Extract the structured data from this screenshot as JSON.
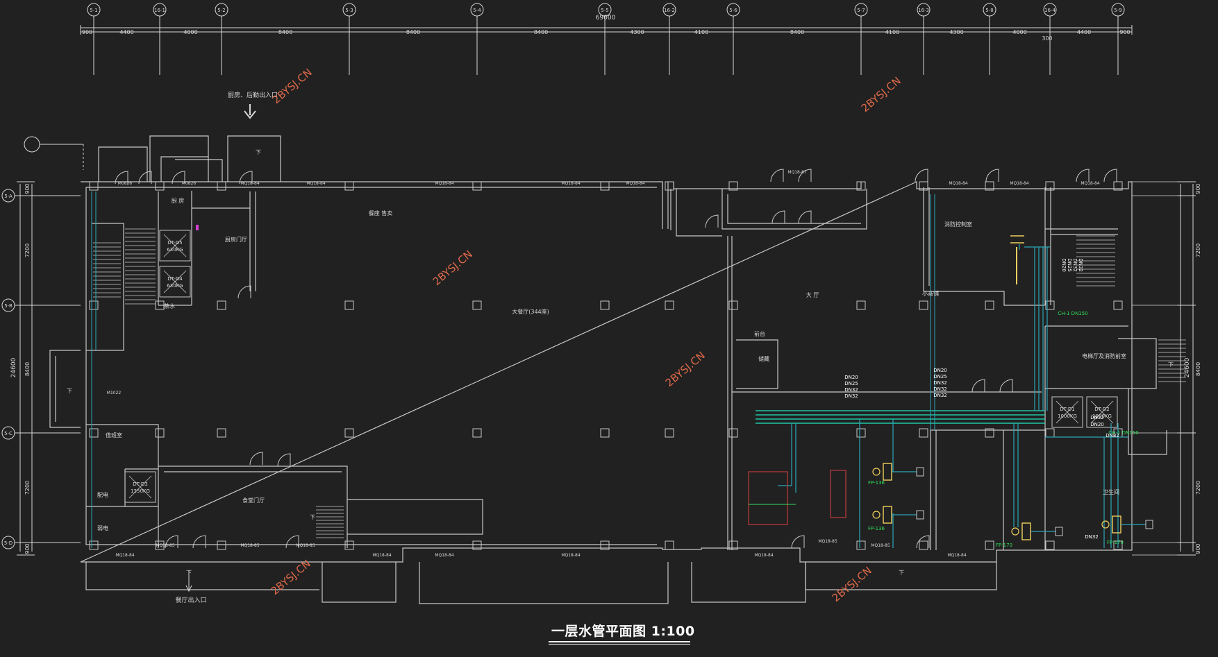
{
  "drawing": {
    "title": "一层水管平面图  1:100",
    "colors": {
      "background": "#212121",
      "wall": "#c8c8c8",
      "pipe": "#2aa7b8",
      "pipe_main": "#1fc7a9",
      "dim": "#d8d8d8",
      "green_label": "#2fe05a",
      "watermark": "#e06a4a",
      "magenta": "#d040d0",
      "red": "#e04040"
    },
    "axis_top": [
      "5-1",
      "16-1",
      "5-2",
      "5-3",
      "5-4",
      "5-5",
      "16-2",
      "5-6",
      "5-7",
      "16-3",
      "5-8",
      "16-4",
      "5-9"
    ],
    "dims_top": [
      "900",
      "4400",
      "4000",
      "8400",
      "8400",
      "8400",
      "4300",
      "4100",
      "8400",
      "4100",
      "4300",
      "4000",
      "4400",
      "900"
    ],
    "total_dim": "69000",
    "extra_dim": "300",
    "axis_left": [
      "5-A",
      "5-B",
      "5-C",
      "5-D"
    ],
    "dims_left": [
      "900",
      "7200",
      "8400",
      "7200",
      "900"
    ],
    "total_left": "24600",
    "dims_right": [
      "900",
      "7200",
      "8400",
      "7200",
      "900"
    ],
    "total_right": "24600",
    "rooms": {
      "dining_hall": "大餐厅(344座)",
      "lobby": "大  厅",
      "kitchen_hall": "厨房门厅",
      "dining_hall_entrance": "食堂门厅",
      "front_desk": "前台",
      "small_shop": "小商铺",
      "fire_control": "消防控制室",
      "electrical": "电梯厅及消防前室",
      "distribution": "配电",
      "weak_power": "弱电",
      "storage": "储藏",
      "toilet": "卫生间",
      "duty": "值班室",
      "kitchen_stove": "厨  房",
      "tea": "茶水",
      "dining_seat": "餐座  售卖"
    },
    "elevators": [
      {
        "id": "DT-D5",
        "cap": "630KG"
      },
      {
        "id": "DT-D4",
        "cap": "630KG"
      },
      {
        "id": "DT-D3",
        "cap": "1350KG"
      },
      {
        "id": "DT-D1",
        "cap": "1000KG"
      },
      {
        "id": "DT-D2",
        "cap": "1000KG"
      }
    ],
    "entrances": {
      "kitchen_entry": "厨房、后勤出入口",
      "dining_entry": "餐厅出入口"
    },
    "door_tags": [
      "M0826",
      "M1022",
      "MQ18-87",
      "MQ18-85",
      "MQ18-84"
    ],
    "pipe_labels": {
      "stack1": [
        "DN20",
        "DN25",
        "DN32",
        "DN32"
      ],
      "stack2": [
        "DN20",
        "DN25",
        "DN32",
        "DN32",
        "DN32"
      ],
      "riser1": "CH-1  DN150",
      "riser2": "CH-1  DN150",
      "vertical_dn": [
        "DN20",
        "DN25",
        "DN32",
        "DN32"
      ],
      "dn32_a": "DN32",
      "dn20_a": "DN20",
      "dn32_b": "DN32",
      "dn32_c": "DN32",
      "fp136a": "FP-136",
      "fp136b": "FP-136",
      "fp170a": "FP-170",
      "fp170b": "FP-170"
    },
    "stair_down": "下",
    "watermark": "2BYSJ.CN"
  }
}
